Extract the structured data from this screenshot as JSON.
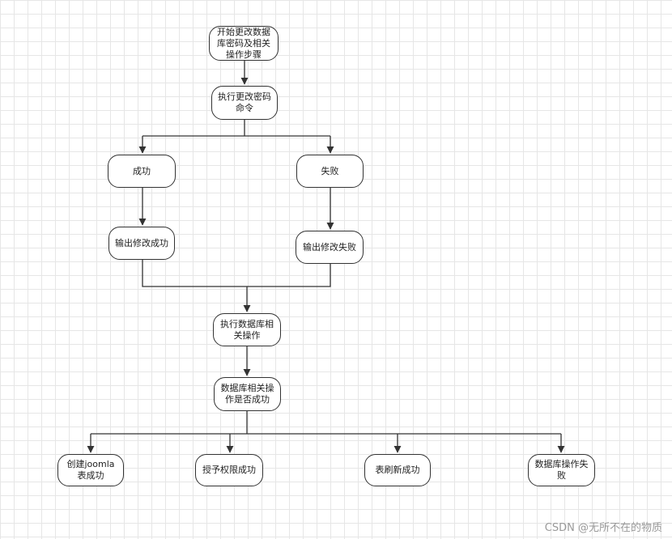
{
  "nodes": {
    "start": "开始更改数据\n库密码及相关\n操作步骤",
    "exec_change": "执行更改密码\n命令",
    "success": "成功",
    "fail": "失败",
    "output_success": "输出修改成功",
    "output_fail": "输出修改失败",
    "exec_db_ops": "执行数据库相\n关操作",
    "db_ops_check": "数据库相关操\n作是否成功",
    "create_joomla": "创建joomla\n表成功",
    "grant_perm": "授予权限成功",
    "table_refresh": "表刷新成功",
    "db_op_fail": "数据库操作失\n败"
  },
  "watermark": "CSDN @无所不在的物质"
}
